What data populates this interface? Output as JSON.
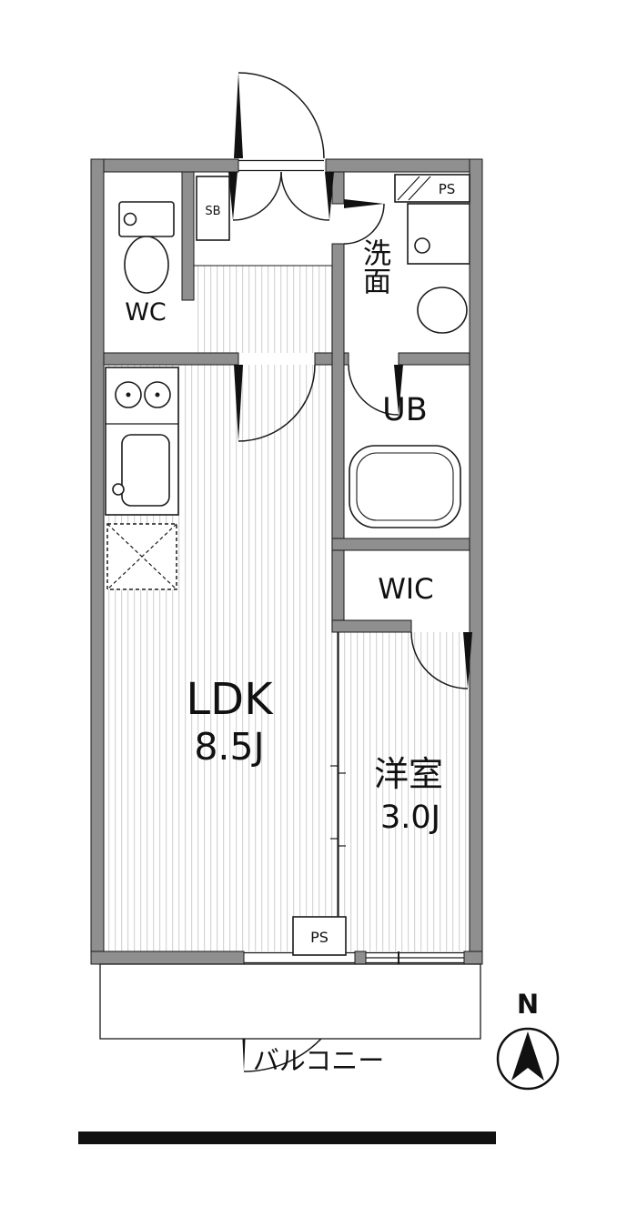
{
  "colors": {
    "wall": "#8f8f8f",
    "outline": "#1a1a1a",
    "floor_stripe": "#d6d6d6",
    "background": "#ffffff"
  },
  "rooms": {
    "wc": {
      "label": "WC"
    },
    "shoe_box": {
      "label": "SB"
    },
    "pipe_space_top": {
      "label": "PS"
    },
    "washroom": {
      "label": "洗面"
    },
    "unit_bath": {
      "label": "UB"
    },
    "walk_in_closet": {
      "label": "WIC"
    },
    "ldk": {
      "label": "LDK",
      "size": "8.5J"
    },
    "western_room": {
      "label": "洋室",
      "size": "3.0J"
    },
    "pipe_space_bottom": {
      "label": "PS"
    },
    "balcony": {
      "label": "バルコニー"
    }
  },
  "compass": {
    "north_label": "N"
  }
}
